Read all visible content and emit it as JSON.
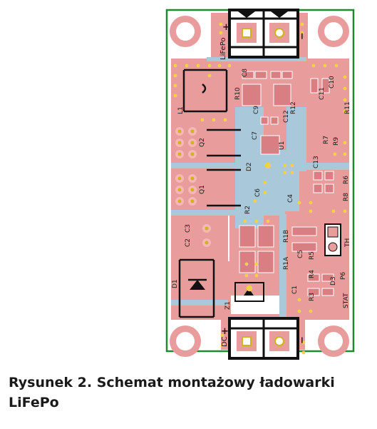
{
  "colors": {
    "board_edge": "#1f8a2e",
    "copper": "#e89c9c",
    "copper_dark": "#d97f84",
    "silkscreen": "#111111",
    "pad_ring": "#f5b7b7",
    "pad_hole": "#d4b21a",
    "via": "#f2d04a",
    "mask": "#a9c9da"
  },
  "labels": {
    "lifepo": "LiFePo",
    "plus_top": "+",
    "minus_top": "−",
    "dc": "DC",
    "plus_bottom": "+",
    "minus_bottom": "−",
    "th": "TH",
    "stat": "STAT",
    "refs": [
      "C8",
      "R10",
      "C9",
      "L1",
      "R11",
      "C10",
      "C11",
      "C12",
      "R12",
      "C7",
      "Q2",
      "R9",
      "R7",
      "U1",
      "D2",
      "C13",
      "Q1",
      "C6",
      "R6",
      "R8",
      "R2",
      "C4",
      "C3",
      "C2",
      "R1B",
      "C5",
      "R5",
      "D1",
      "R1A",
      "R4",
      "P6",
      "D3",
      "C1",
      "R3",
      "Z1"
    ]
  },
  "caption": {
    "line1": "Rysunek 2. Schemat montażowy ładowarki",
    "line2": "LiFePo"
  }
}
